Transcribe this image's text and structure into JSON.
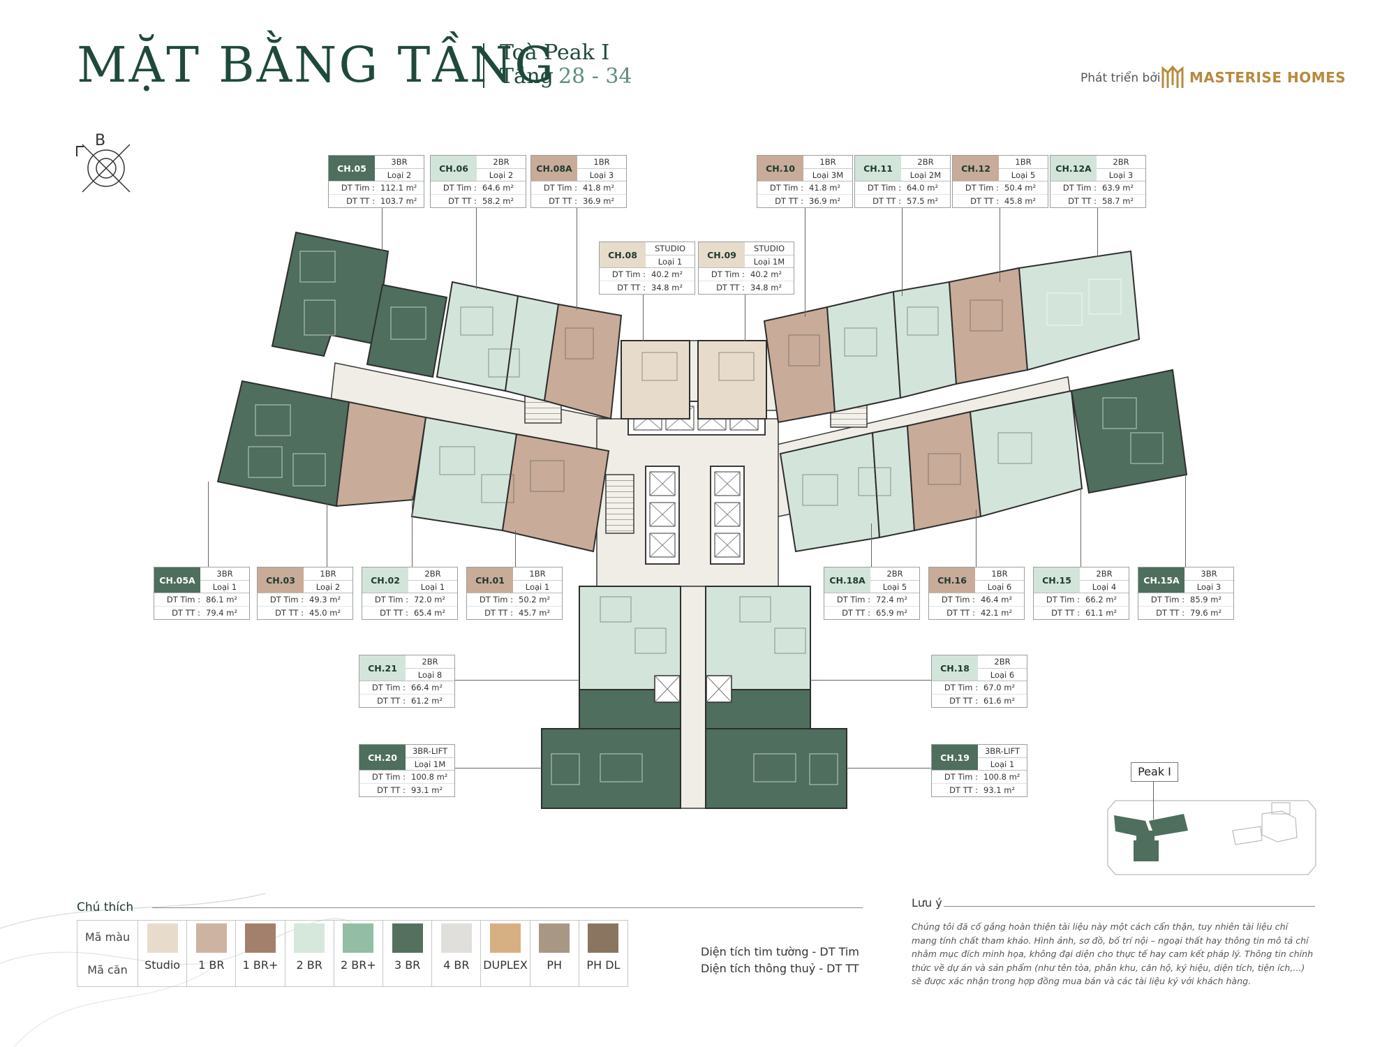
{
  "header": {
    "title": "MẶT BẰNG TẦNG",
    "building": "Toà Peak I",
    "floor_label": "Tầng",
    "floor_range": "28 - 34",
    "developed_by": "Phát triển bởi",
    "brand": "MASTERISE HOMES"
  },
  "compass": {
    "label": "B"
  },
  "unit_labels": {
    "dt_tim": "DT Tim :",
    "dt_tt": "DT TT :"
  },
  "units": [
    {
      "code": "CH.05",
      "type": "3BR",
      "variant": "Loại 2",
      "dt_tim": "112.1 m²",
      "dt_tt": "103.7 m²",
      "color": "#4f6e5d"
    },
    {
      "code": "CH.06",
      "type": "2BR",
      "variant": "Loại 2",
      "dt_tim": "64.6 m²",
      "dt_tt": "58.2 m²",
      "color": "#d3e5da"
    },
    {
      "code": "CH.08A",
      "type": "1BR",
      "variant": "Loại 3",
      "dt_tim": "41.8 m²",
      "dt_tt": "36.9 m²",
      "color": "#c8ab99"
    },
    {
      "code": "CH.08",
      "type": "STUDIO",
      "variant": "Loại 1",
      "dt_tim": "40.2 m²",
      "dt_tt": "34.8 m²",
      "color": "#e7dccb"
    },
    {
      "code": "CH.09",
      "type": "STUDIO",
      "variant": "Loại 1M",
      "dt_tim": "40.2 m²",
      "dt_tt": "34.8 m²",
      "color": "#e7dccb"
    },
    {
      "code": "CH.10",
      "type": "1BR",
      "variant": "Loại 3M",
      "dt_tim": "41.8 m²",
      "dt_tt": "36.9 m²",
      "color": "#c8ab99"
    },
    {
      "code": "CH.11",
      "type": "2BR",
      "variant": "Loại 2M",
      "dt_tim": "64.0 m²",
      "dt_tt": "57.5 m²",
      "color": "#d3e5da"
    },
    {
      "code": "CH.12",
      "type": "1BR",
      "variant": "Loại 5",
      "dt_tim": "50.4 m²",
      "dt_tt": "45.8 m²",
      "color": "#c8ab99"
    },
    {
      "code": "CH.12A",
      "type": "2BR",
      "variant": "Loại 3",
      "dt_tim": "63.9 m²",
      "dt_tt": "58.7 m²",
      "color": "#d3e5da"
    },
    {
      "code": "CH.05A",
      "type": "3BR",
      "variant": "Loại 1",
      "dt_tim": "86.1 m²",
      "dt_tt": "79.4 m²",
      "color": "#4f6e5d"
    },
    {
      "code": "CH.03",
      "type": "1BR",
      "variant": "Loại 2",
      "dt_tim": "49.3 m²",
      "dt_tt": "45.0 m²",
      "color": "#c8ab99"
    },
    {
      "code": "CH.02",
      "type": "2BR",
      "variant": "Loại 1",
      "dt_tim": "72.0 m²",
      "dt_tt": "65.4 m²",
      "color": "#d3e5da"
    },
    {
      "code": "CH.01",
      "type": "1BR",
      "variant": "Loại 1",
      "dt_tim": "50.2 m²",
      "dt_tt": "45.7 m²",
      "color": "#c8ab99"
    },
    {
      "code": "CH.18A",
      "type": "2BR",
      "variant": "Loại 5",
      "dt_tim": "72.4 m²",
      "dt_tt": "65.9 m²",
      "color": "#d3e5da"
    },
    {
      "code": "CH.16",
      "type": "1BR",
      "variant": "Loại 6",
      "dt_tim": "46.4 m²",
      "dt_tt": "42.1 m²",
      "color": "#c8ab99"
    },
    {
      "code": "CH.15",
      "type": "2BR",
      "variant": "Loại 4",
      "dt_tim": "66.2 m²",
      "dt_tt": "61.1 m²",
      "color": "#d3e5da"
    },
    {
      "code": "CH.15A",
      "type": "3BR",
      "variant": "Loại 3",
      "dt_tim": "85.9 m²",
      "dt_tt": "79.6 m²",
      "color": "#4f6e5d"
    },
    {
      "code": "CH.21",
      "type": "2BR",
      "variant": "Loại 8",
      "dt_tim": "66.4 m²",
      "dt_tt": "61.2 m²",
      "color": "#d3e5da"
    },
    {
      "code": "CH.18",
      "type": "2BR",
      "variant": "Loại 6",
      "dt_tim": "67.0 m²",
      "dt_tt": "61.6 m²",
      "color": "#d3e5da"
    },
    {
      "code": "CH.20",
      "type": "3BR-LIFT",
      "variant": "Loại 1M",
      "dt_tim": "100.8 m²",
      "dt_tt": "93.1 m²",
      "color": "#4f6e5d"
    },
    {
      "code": "CH.19",
      "type": "3BR-LIFT",
      "variant": "Loại 1",
      "dt_tim": "100.8 m²",
      "dt_tt": "93.1 m²",
      "color": "#4f6e5d"
    }
  ],
  "legend": {
    "title": "Chú thích",
    "row_color": "Mã màu",
    "row_code": "Mã căn",
    "items": [
      {
        "label": "Studio",
        "color": "#e7dccb"
      },
      {
        "label": "1 BR",
        "color": "#cdb3a2"
      },
      {
        "label": "1 BR+",
        "color": "#a3806c"
      },
      {
        "label": "2 BR",
        "color": "#d6e7dc"
      },
      {
        "label": "2 BR+",
        "color": "#93bda5"
      },
      {
        "label": "3 BR",
        "color": "#55705f"
      },
      {
        "label": "4 BR",
        "color": "#e0dfdb"
      },
      {
        "label": "DUPLEX",
        "color": "#d6b083"
      },
      {
        "label": "PH",
        "color": "#a89785"
      },
      {
        "label": "PH DL",
        "color": "#8a7561"
      }
    ]
  },
  "area_notes": {
    "line1": "Diện tích tim tường - DT Tim",
    "line2": "Diện tích thông thuỷ - DT TT"
  },
  "notice": {
    "title": "Lưu ý",
    "text": "Chúng tôi đã cố gắng hoàn thiện tài liệu này một cách cẩn thận, tuy nhiên tài liệu chỉ mang tính chất tham khảo. Hình ảnh, sơ đồ, bố trí nội – ngoại thất hay thông tin mô tả chỉ nhằm mục đích minh họa, không đại diện cho thực tế hay cam kết pháp lý. Thông tin chính thức về dự án và sản phẩm (như tên tòa, phân khu, căn hộ, ký hiệu, diện tích, tiện ích,...) sẽ được xác nhận trong hợp đồng mua bán và các tài liệu ký với khách hàng."
  },
  "key_plan": {
    "label": "Peak I"
  },
  "colors": {
    "dark_green": "#4f6e5d",
    "light_green": "#d3e5da",
    "tan": "#c8ab99",
    "beige": "#e7dccb",
    "corridor": "#f0ede6",
    "wall": "#3a3a3a"
  }
}
